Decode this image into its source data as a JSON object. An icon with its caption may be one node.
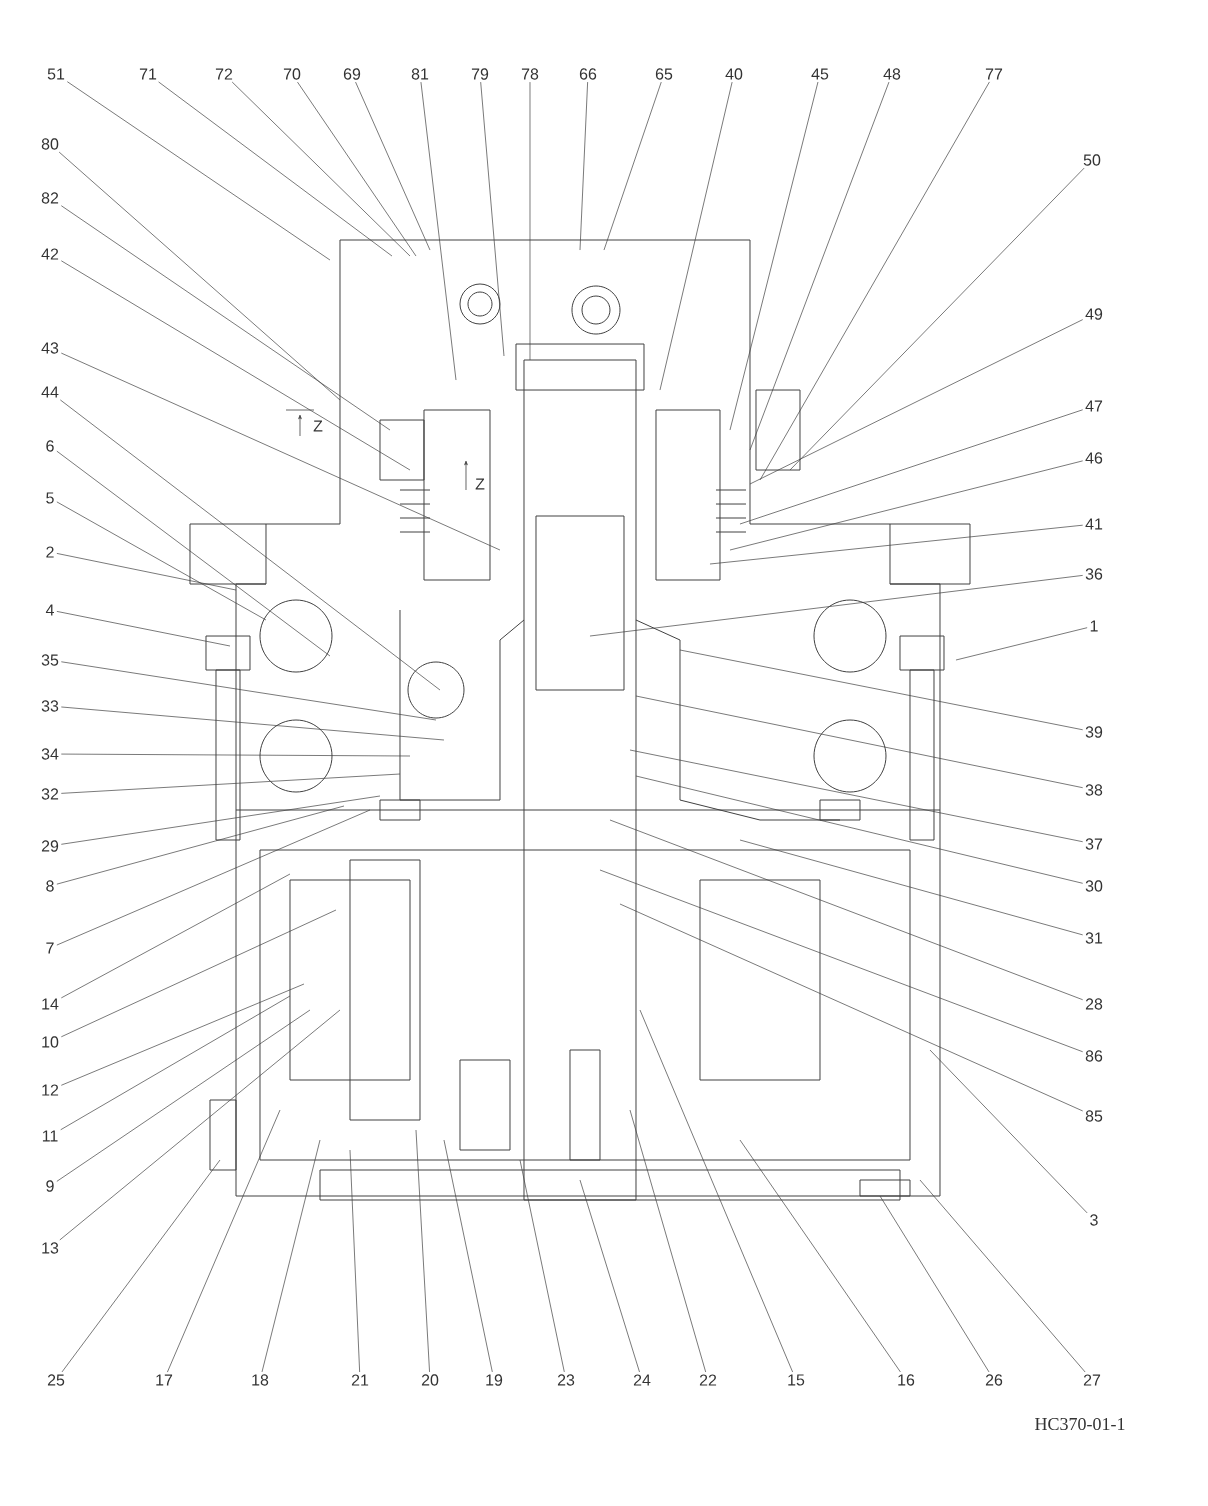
{
  "diagram": {
    "nodes": [
      {
        "text": [
          "51"
        ]
      },
      {
        "text": [
          "71"
        ]
      },
      {
        "text": [
          "72"
        ]
      },
      {
        "text": [
          "70"
        ]
      },
      {
        "text": [
          "69"
        ]
      },
      {
        "text": [
          "81"
        ]
      },
      {
        "text": [
          "79"
        ]
      },
      {
        "text": [
          "78"
        ]
      },
      {
        "text": [
          "66"
        ]
      },
      {
        "text": [
          "65"
        ]
      },
      {
        "text": [
          "40"
        ]
      },
      {
        "text": [
          "45"
        ]
      },
      {
        "text": [
          "48"
        ]
      },
      {
        "text": [
          "77"
        ]
      },
      {
        "text": [
          "80"
        ]
      },
      {
        "text": [
          "50"
        ]
      },
      {
        "text": [
          "82"
        ]
      },
      {
        "text": [
          "42"
        ]
      },
      {
        "text": [
          "49"
        ]
      },
      {
        "text": [
          "43"
        ]
      },
      {
        "text": [
          "44"
        ]
      },
      {
        "text": [
          "47"
        ]
      },
      {
        "text": [
          "6"
        ]
      },
      {
        "text": [
          "46"
        ]
      },
      {
        "text": [
          "5"
        ]
      },
      {
        "text": [
          "41"
        ]
      },
      {
        "text": [
          "2"
        ]
      },
      {
        "text": [
          "36"
        ]
      },
      {
        "text": [
          "4"
        ]
      },
      {
        "text": [
          "1"
        ]
      },
      {
        "text": [
          "35"
        ]
      },
      {
        "text": [
          "33"
        ]
      },
      {
        "text": [
          "39"
        ]
      },
      {
        "text": [
          "34"
        ]
      },
      {
        "text": [
          "38"
        ]
      },
      {
        "text": [
          "32"
        ]
      },
      {
        "text": [
          "37"
        ]
      },
      {
        "text": [
          "29"
        ]
      },
      {
        "text": [
          "30"
        ]
      },
      {
        "text": [
          "8"
        ]
      },
      {
        "text": [
          "31"
        ]
      },
      {
        "text": [
          "7"
        ]
      },
      {
        "text": [
          "14"
        ]
      },
      {
        "text": [
          "28"
        ]
      },
      {
        "text": [
          "10"
        ]
      },
      {
        "text": [
          "86"
        ]
      },
      {
        "text": [
          "12"
        ]
      },
      {
        "text": [
          "85"
        ]
      },
      {
        "text": [
          "11"
        ]
      },
      {
        "text": [
          "9"
        ]
      },
      {
        "text": [
          "3"
        ]
      },
      {
        "text": [
          "13"
        ]
      },
      {
        "text": [
          "25"
        ]
      },
      {
        "text": [
          "17"
        ]
      },
      {
        "text": [
          "18"
        ]
      },
      {
        "text": [
          "21"
        ]
      },
      {
        "text": [
          "20"
        ]
      },
      {
        "text": [
          "19"
        ]
      },
      {
        "text": [
          "23"
        ]
      },
      {
        "text": [
          "24"
        ]
      },
      {
        "text": [
          "22"
        ]
      },
      {
        "text": [
          "15"
        ]
      },
      {
        "text": [
          "16"
        ]
      },
      {
        "text": [
          "26"
        ]
      },
      {
        "text": [
          "27"
        ]
      }
    ],
    "edges": [
      {
        "from": 0,
        "to": null,
        "arrow": "none"
      },
      {
        "from": 1,
        "to": null,
        "arrow": "none"
      },
      {
        "from": 2,
        "to": null,
        "arrow": "none"
      },
      {
        "from": 3,
        "to": null,
        "arrow": "none"
      },
      {
        "from": 4,
        "to": null,
        "arrow": "none"
      },
      {
        "from": 5,
        "to": null,
        "arrow": "none"
      },
      {
        "from": 6,
        "to": null,
        "arrow": "none"
      },
      {
        "from": 7,
        "to": null,
        "arrow": "none"
      },
      {
        "from": 8,
        "to": null,
        "arrow": "none"
      },
      {
        "from": 9,
        "to": null,
        "arrow": "none"
      },
      {
        "from": 10,
        "to": null,
        "arrow": "none"
      },
      {
        "from": 11,
        "to": null,
        "arrow": "none"
      },
      {
        "from": 12,
        "to": null,
        "arrow": "none"
      },
      {
        "from": 13,
        "to": null,
        "arrow": "none"
      },
      {
        "from": 14,
        "to": null,
        "arrow": "none"
      },
      {
        "from": 15,
        "to": null,
        "arrow": "none"
      },
      {
        "from": 16,
        "to": null,
        "arrow": "none"
      },
      {
        "from": 17,
        "to": null,
        "arrow": "none"
      },
      {
        "from": 18,
        "to": null,
        "arrow": "none"
      },
      {
        "from": 19,
        "to": null,
        "arrow": "none"
      },
      {
        "from": 20,
        "to": null,
        "arrow": "none"
      },
      {
        "from": 21,
        "to": null,
        "arrow": "none"
      },
      {
        "from": 22,
        "to": null,
        "arrow": "none"
      },
      {
        "from": 23,
        "to": null,
        "arrow": "none"
      },
      {
        "from": 24,
        "to": null,
        "arrow": "none"
      },
      {
        "from": 25,
        "to": null,
        "arrow": "none"
      },
      {
        "from": 26,
        "to": null,
        "arrow": "none"
      },
      {
        "from": 27,
        "to": null,
        "arrow": "none"
      },
      {
        "from": 28,
        "to": null,
        "arrow": "none"
      },
      {
        "from": 29,
        "to": null,
        "arrow": "none"
      },
      {
        "from": 30,
        "to": null,
        "arrow": "none"
      },
      {
        "from": 31,
        "to": null,
        "arrow": "none"
      },
      {
        "from": 32,
        "to": null,
        "arrow": "none"
      },
      {
        "from": 33,
        "to": null,
        "arrow": "none"
      },
      {
        "from": 34,
        "to": null,
        "arrow": "none"
      },
      {
        "from": 35,
        "to": null,
        "arrow": "none"
      },
      {
        "from": 36,
        "to": null,
        "arrow": "none"
      },
      {
        "from": 37,
        "to": null,
        "arrow": "none"
      },
      {
        "from": 38,
        "to": null,
        "arrow": "none"
      },
      {
        "from": 39,
        "to": null,
        "arrow": "none"
      },
      {
        "from": 40,
        "to": null,
        "arrow": "none"
      },
      {
        "from": 41,
        "to": null,
        "arrow": "none"
      },
      {
        "from": 42,
        "to": null,
        "arrow": "none"
      },
      {
        "from": 43,
        "to": null,
        "arrow": "none"
      },
      {
        "from": 44,
        "to": null,
        "arrow": "none"
      },
      {
        "from": 45,
        "to": null,
        "arrow": "none"
      },
      {
        "from": 46,
        "to": null,
        "arrow": "none"
      },
      {
        "from": 47,
        "to": null,
        "arrow": "none"
      },
      {
        "from": 48,
        "to": null,
        "arrow": "none"
      },
      {
        "from": 49,
        "to": null,
        "arrow": "none"
      },
      {
        "from": 50,
        "to": null,
        "arrow": "none"
      },
      {
        "from": 51,
        "to": null,
        "arrow": "none"
      },
      {
        "from": 52,
        "to": null,
        "arrow": "none"
      },
      {
        "from": 53,
        "to": null,
        "arrow": "none"
      },
      {
        "from": 54,
        "to": null,
        "arrow": "none"
      },
      {
        "from": 55,
        "to": null,
        "arrow": "none"
      },
      {
        "from": 56,
        "to": null,
        "arrow": "none"
      },
      {
        "from": 57,
        "to": null,
        "arrow": "none"
      },
      {
        "from": 58,
        "to": null,
        "arrow": "none"
      },
      {
        "from": 59,
        "to": null,
        "arrow": "none"
      },
      {
        "from": 60,
        "to": null,
        "arrow": "none"
      },
      {
        "from": 61,
        "to": null,
        "arrow": "none"
      },
      {
        "from": 62,
        "to": null,
        "arrow": "none"
      },
      {
        "from": 63,
        "to": null,
        "arrow": "none"
      },
      {
        "from": 64,
        "to": null,
        "arrow": "none"
      }
    ],
    "labels": [
      "Z",
      "Z",
      "HC370-01-1"
    ]
  }
}
